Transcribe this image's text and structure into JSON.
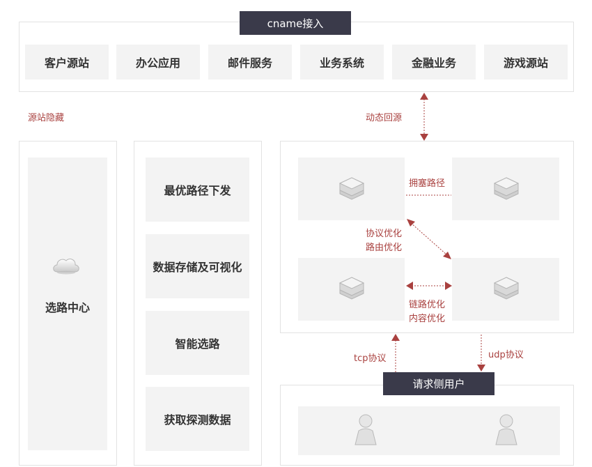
{
  "top": {
    "tab_label": "cname接入",
    "items": [
      "客户源站",
      "办公应用",
      "邮件服务",
      "业务系统",
      "金融业务",
      "游戏源站"
    ]
  },
  "labels": {
    "origin_hidden": "源站隐藏",
    "dynamic_origin": "动态回源",
    "congestion_path": "拥塞路径",
    "protocol_opt": "协议优化",
    "routing_opt": "路由优化",
    "link_opt": "链路优化",
    "content_opt": "内容优化",
    "tcp": "tcp协议",
    "udp": "udp协议"
  },
  "left": {
    "route_center": "选路中心"
  },
  "middle": {
    "items": [
      "最优路径下发",
      "数据存储及可视化",
      "智能选路",
      "获取探测数据"
    ]
  },
  "bottom": {
    "tab_label": "请求侧用户"
  },
  "colors": {
    "accent": "#a9413f",
    "dark_tab": "#3a3a4a",
    "box_bg": "#f3f3f3",
    "border": "#e2e2e2"
  }
}
